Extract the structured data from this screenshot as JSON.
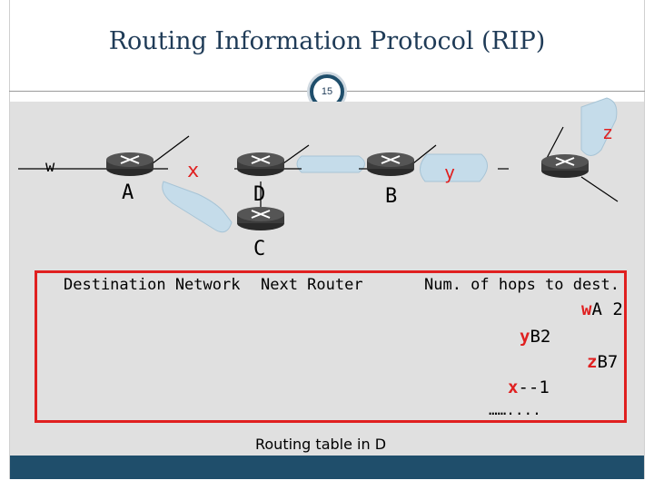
{
  "slide": {
    "title": "Routing Information Protocol (RIP)",
    "number": "15"
  },
  "network": {
    "routers": [
      "A",
      "D",
      "B",
      "C"
    ],
    "networks": [
      "w",
      "x",
      "y",
      "z"
    ]
  },
  "table": {
    "headers": {
      "destination": "Destination Network",
      "next_router": "Next  Router",
      "hops": "Num. of hops to dest."
    },
    "entries": [
      {
        "destination": "w",
        "next_router": "A",
        "hops": "2"
      },
      {
        "destination": "y",
        "next_router": "B",
        "hops": "2"
      },
      {
        "destination": "z",
        "next_router": "B",
        "hops": "7"
      },
      {
        "destination": "x",
        "next_router": "--",
        "hops": "1"
      }
    ],
    "ellipsis": "……....",
    "caption": "Routing table in D"
  },
  "colors": {
    "accent": "#e02020",
    "title": "#1f3b57",
    "footer": "#1f4e6b",
    "network_cloud": "#c5dcea"
  }
}
